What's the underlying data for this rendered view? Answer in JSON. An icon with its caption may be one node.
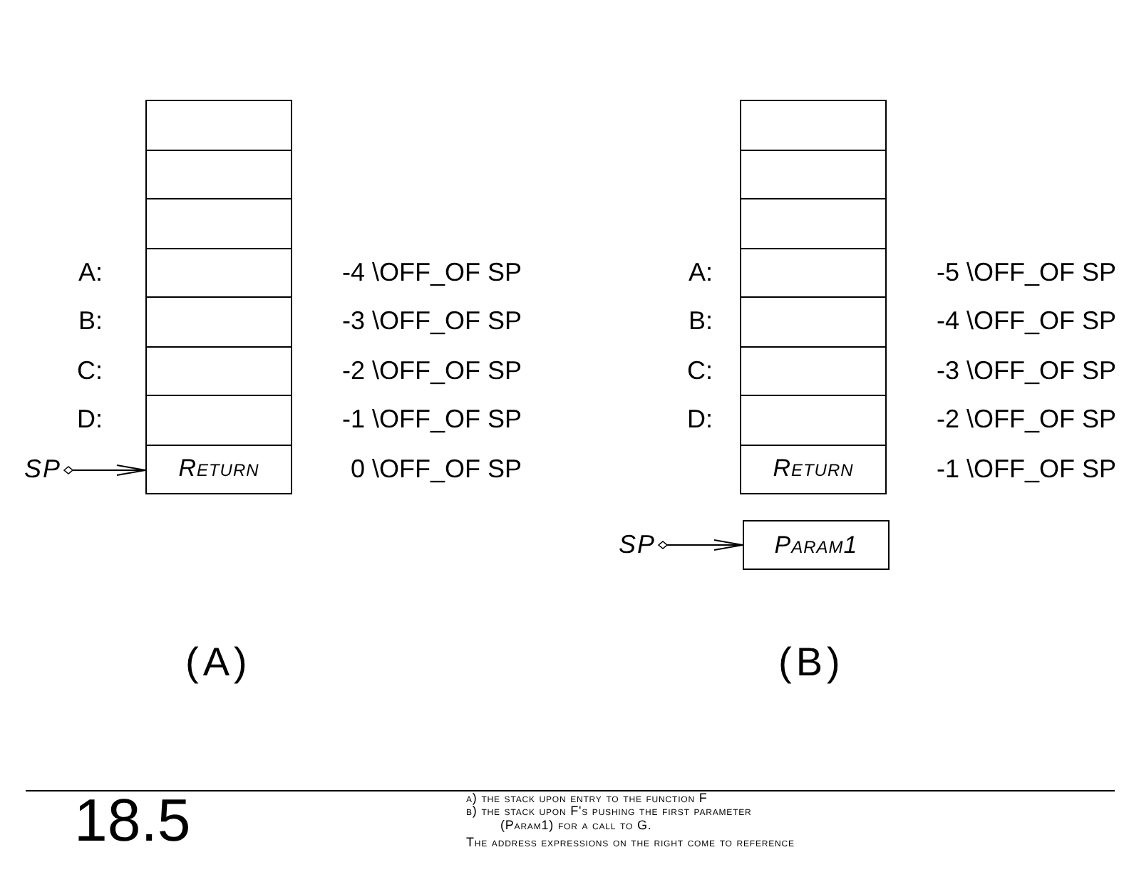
{
  "diagram": {
    "nodes": [
      {
        "text": [],
        "shape": "box"
      },
      {
        "text": [],
        "shape": "box"
      },
      {
        "text": [],
        "shape": "box"
      },
      {
        "text": [],
        "shape": "box",
        "beside": [
          "A:",
          "-4 \\OFF_OF SP"
        ]
      },
      {
        "text": [],
        "shape": "box",
        "beside": [
          "B:",
          "-3 \\OFF_OF SP"
        ]
      },
      {
        "text": [],
        "shape": "box",
        "beside": [
          "C:",
          "-2 \\OFF_OF SP"
        ]
      },
      {
        "text": [],
        "shape": "box",
        "beside": [
          "D:",
          "-1 \\OFF_OF SP"
        ]
      },
      {
        "text": [
          "SP"
        ]
      },
      {
        "text": [
          "Return"
        ],
        "beside": [
          "0 \\OFF_OF SP"
        ]
      },
      {
        "text": [],
        "shape": "box"
      },
      {
        "text": [],
        "shape": "box"
      },
      {
        "text": [],
        "shape": "box"
      },
      {
        "text": [],
        "shape": "box",
        "beside": [
          "A:",
          "-5 \\OFF_OF SP"
        ]
      },
      {
        "text": [],
        "shape": "box",
        "beside": [
          "B:",
          "-4 \\OFF_OF SP"
        ]
      },
      {
        "text": [],
        "shape": "box",
        "beside": [
          "C:",
          "-3 \\OFF_OF SP"
        ]
      },
      {
        "text": [],
        "shape": "box",
        "beside": [
          "D:",
          "-2 \\OFF_OF SP"
        ]
      },
      {
        "text": [
          "Return"
        ],
        "beside": [
          "-1 \\OFF_OF SP"
        ]
      },
      {
        "text": [
          "SP"
        ]
      },
      {
        "text": [
          "Param1"
        ]
      }
    ],
    "edges": [
      {
        "from": 7,
        "to": 8,
        "arrow": "to"
      },
      {
        "from": 17,
        "to": 18,
        "arrow": "to"
      }
    ],
    "labels": [
      "(A)",
      "(B)",
      "18.5",
      "a) the stack upon entry to the function F",
      "b) the stack upon F's pushing the first parameter (Param1) for a call to G.",
      "The address expressions on the right come to reference"
    ]
  }
}
